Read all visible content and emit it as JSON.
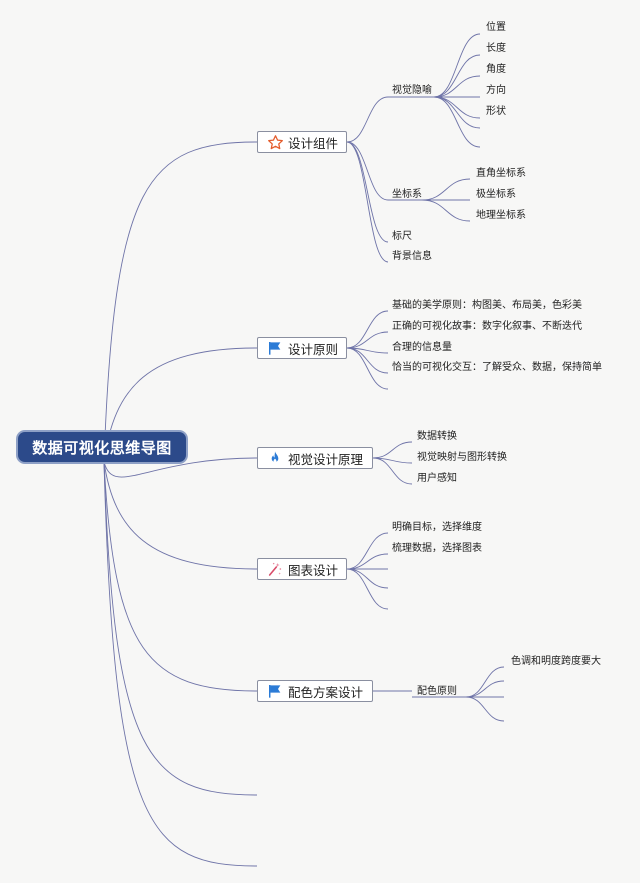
{
  "root": {
    "label": "数据可视化思维导图"
  },
  "branches": [
    {
      "label": "设计组件",
      "icon": "star-icon",
      "children": [
        {
          "label": "视觉隐喻",
          "children": [
            "位置",
            "长度",
            "角度",
            "方向",
            "形状"
          ]
        },
        {
          "label": "坐标系",
          "children": [
            "直角坐标系",
            "极坐标系",
            "地理坐标系"
          ]
        },
        {
          "label": "标尺"
        },
        {
          "label": "背景信息"
        }
      ]
    },
    {
      "label": "设计原则",
      "icon": "flag-icon",
      "children": [
        {
          "label": "基础的美学原则：构图美、布局美，色彩美"
        },
        {
          "label": "正确的可视化故事：数字化叙事、不断迭代"
        },
        {
          "label": "合理的信息量"
        },
        {
          "label": "恰当的可视化交互：了解受众、数据，保持简单"
        }
      ]
    },
    {
      "label": "视觉设计原理",
      "icon": "fire-icon",
      "children": [
        {
          "label": "数据转换"
        },
        {
          "label": "视觉映射与图形转换"
        },
        {
          "label": "用户感知"
        }
      ]
    },
    {
      "label": "图表设计",
      "icon": "magic-wand-icon",
      "children": [
        {
          "label": "明确目标，选择维度"
        },
        {
          "label": "梳理数据，选择图表"
        }
      ]
    },
    {
      "label": "配色方案设计",
      "icon": "flag-icon",
      "children": [
        {
          "label": "配色原则",
          "children": [
            "色调和明度跨度要大"
          ]
        }
      ]
    }
  ],
  "colors": {
    "root_fill": "#2c4a8a",
    "link": "#6f74a8",
    "star": "#e45b2b",
    "flag": "#2b7bd6",
    "fire": "#2b7bd6",
    "wand": "#d94c6a"
  }
}
